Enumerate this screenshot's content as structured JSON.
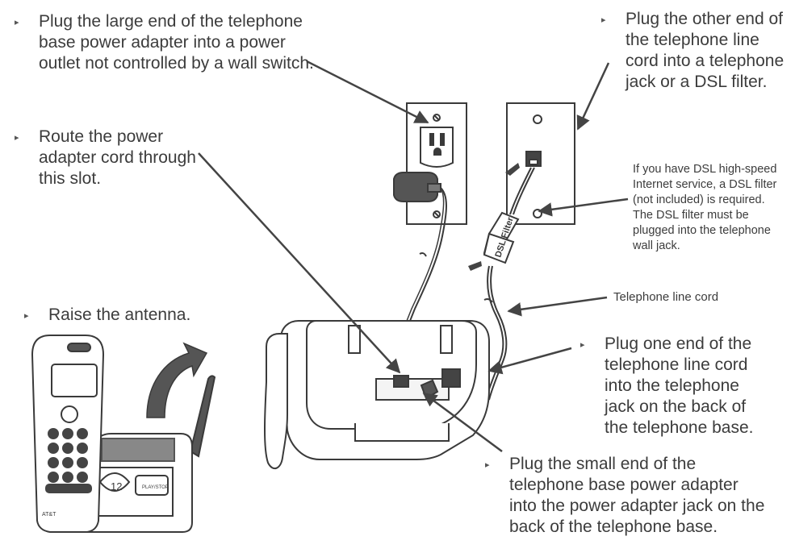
{
  "callouts": {
    "power_outlet": "Plug the large end of the telephone base power adapter into a power outlet not controlled by a wall switch.",
    "route_cord": "Route the power adapter cord through this slot.",
    "raise_antenna": "Raise the antenna.",
    "line_cord_jack": "Plug the other end of the telephone line cord into a telephone jack or a DSL filter.",
    "base_line_jack": "Plug one end of the telephone line cord into the telephone jack on the back of the telephone base.",
    "power_jack": "Plug the small end of the telephone base power adapter into the power adapter jack on the back of the telephone base."
  },
  "notes": {
    "dsl_note": "If you have DSL high-speed Internet service, a DSL filter (not included) is required. The DSL filter must be plugged into the telephone wall jack.",
    "line_cord_label": "Telephone line cord",
    "dsl_filter_label": "DSL Filter"
  },
  "handset": {
    "brand": "AT&T",
    "play_stop_label": "PLAY/STOP",
    "message_count": "12"
  },
  "icons": {
    "bullet": "right-triangle-bullet",
    "arrow": "callout-arrow"
  },
  "colors": {
    "text": "#3c3c3c",
    "line_art": "#3a3a3a",
    "arrow_fill": "#555555"
  }
}
